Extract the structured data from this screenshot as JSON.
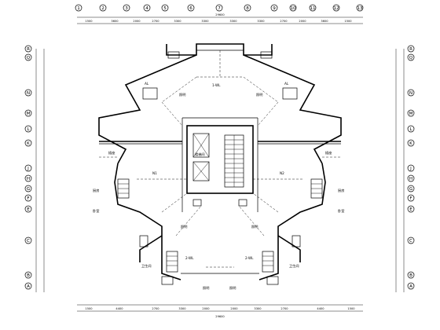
{
  "drawing": {
    "type": "floor-plan-electrical",
    "axes_top": [
      "1",
      "2",
      "3",
      "4",
      "5",
      "6",
      "7",
      "8",
      "9",
      "10",
      "11",
      "12",
      "13"
    ],
    "axes_side": [
      "R",
      "Q",
      "N",
      "M",
      "L",
      "K",
      "J",
      "H",
      "G",
      "F",
      "E",
      "C",
      "B",
      "A"
    ],
    "dims_top": [
      "1500",
      "3600",
      "2000",
      "2700",
      "3300",
      "3300",
      "3300",
      "3300",
      "2700",
      "2000",
      "3600",
      "1500"
    ],
    "dims_bottom": [
      "1500",
      "4400",
      "2700",
      "3300",
      "2000",
      "2000",
      "3300",
      "2700",
      "4400",
      "1500"
    ],
    "total_width_label": "29600",
    "labels": {
      "lighting": "照明",
      "socket": "插座",
      "room": "卧室",
      "kitchen": "厨房",
      "toilet": "卫生间",
      "circuit_a": "1-WL",
      "circuit_b": "2-WL",
      "circuit_c": "N1",
      "circuit_d": "N2",
      "box": "AL",
      "stair": "楼梯间"
    }
  }
}
